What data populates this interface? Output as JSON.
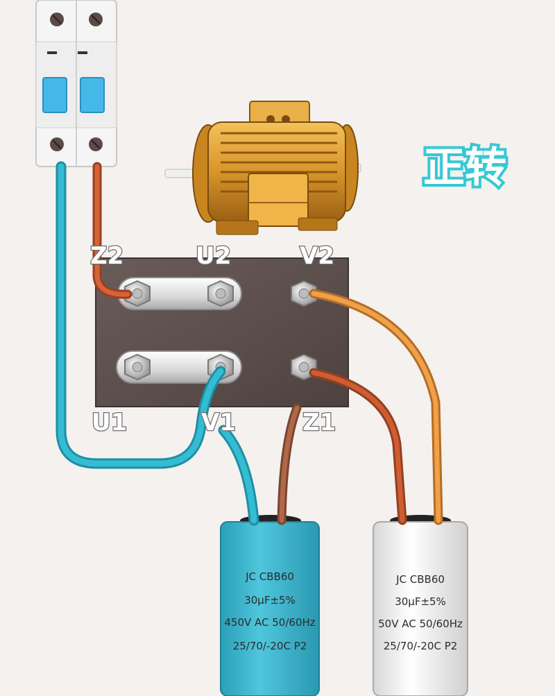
{
  "title": "正转",
  "terminals": {
    "Z2": "Z2",
    "U2": "U2",
    "V2": "V2",
    "U1": "U1",
    "V1": "V1",
    "Z1": "Z1"
  },
  "capacitors": [
    {
      "color": "#3bb6d0",
      "lines": [
        "JC  CBB60",
        "30μF±5%",
        "450V AC  50/60Hz",
        "25/70/-20C   P2"
      ]
    },
    {
      "color": "#f4f4f4",
      "lines": [
        "JC  CBB60",
        "30μF±5%",
        "50V AC  50/60Hz",
        "25/70/-20C   P2"
      ]
    }
  ],
  "colors": {
    "wire_blue": "#2fb3c8",
    "wire_red": "#c85a32",
    "wire_orange": "#e8913d",
    "wire_brown": "#a65e3f",
    "terminal_board": "#5b4d4a",
    "motor": "#d99a2a",
    "breaker_handle": "#45b8e8"
  },
  "icons": [
    "circuit-breaker-icon",
    "motor-icon",
    "terminal-board-icon",
    "capacitor-icon"
  ]
}
